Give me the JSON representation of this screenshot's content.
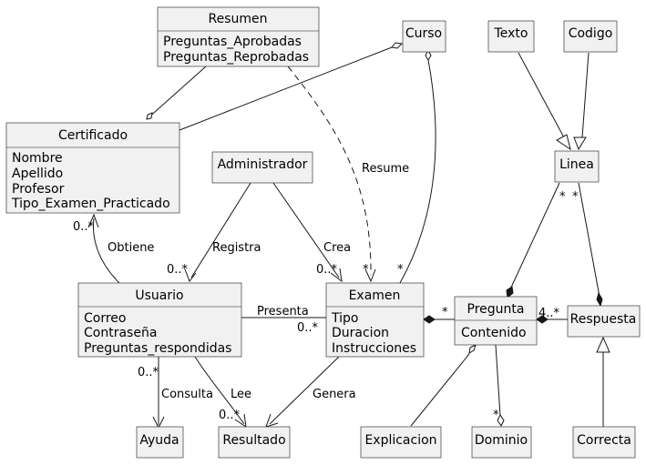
{
  "classes": {
    "resumen": {
      "title": "Resumen",
      "attrs": [
        "Preguntas_Aprobadas",
        "Preguntas_Reprobadas"
      ]
    },
    "curso": {
      "title": "Curso"
    },
    "texto": {
      "title": "Texto"
    },
    "codigo": {
      "title": "Codigo"
    },
    "certificado": {
      "title": "Certificado",
      "attrs": [
        "Nombre",
        "Apellido",
        "Profesor",
        "Tipo_Examen_Practicado"
      ]
    },
    "administrador": {
      "title": "Administrador"
    },
    "linea": {
      "title": "Linea"
    },
    "usuario": {
      "title": "Usuario",
      "attrs": [
        "Correo",
        "Contraseña",
        "Preguntas_respondidas"
      ]
    },
    "examen": {
      "title": "Examen",
      "attrs": [
        "Tipo",
        "Duracion",
        "Instrucciones"
      ]
    },
    "pregunta": {
      "title": "Pregunta",
      "attrs": [
        "Contenido"
      ]
    },
    "respuesta": {
      "title": "Respuesta"
    },
    "ayuda": {
      "title": "Ayuda"
    },
    "resultado": {
      "title": "Resultado"
    },
    "explicacion": {
      "title": "Explicacion"
    },
    "dominio": {
      "title": "Dominio"
    },
    "correcta": {
      "title": "Correcta"
    }
  },
  "relations": {
    "resume": "Resume",
    "obtiene": "Obtiene",
    "registra": "Registra",
    "crea": "Crea",
    "presenta": "Presenta",
    "consulta": "Consulta",
    "lee": "Lee",
    "genera": "Genera"
  },
  "multiplicities": {
    "cert_obtiene": "0..*",
    "usuario_registra": "0..*",
    "examen_crea": "0..*",
    "examen_resume": "*",
    "examen_curso": "*",
    "examen_presenta": "0..*",
    "pregunta_examen": "*",
    "linea_pregunta": "*",
    "linea_respuesta": "*",
    "pregunta_respuesta": "4..*",
    "usuario_consulta": "0..*",
    "resultado_lee": "0..*",
    "dominio_pregunta": "*"
  }
}
